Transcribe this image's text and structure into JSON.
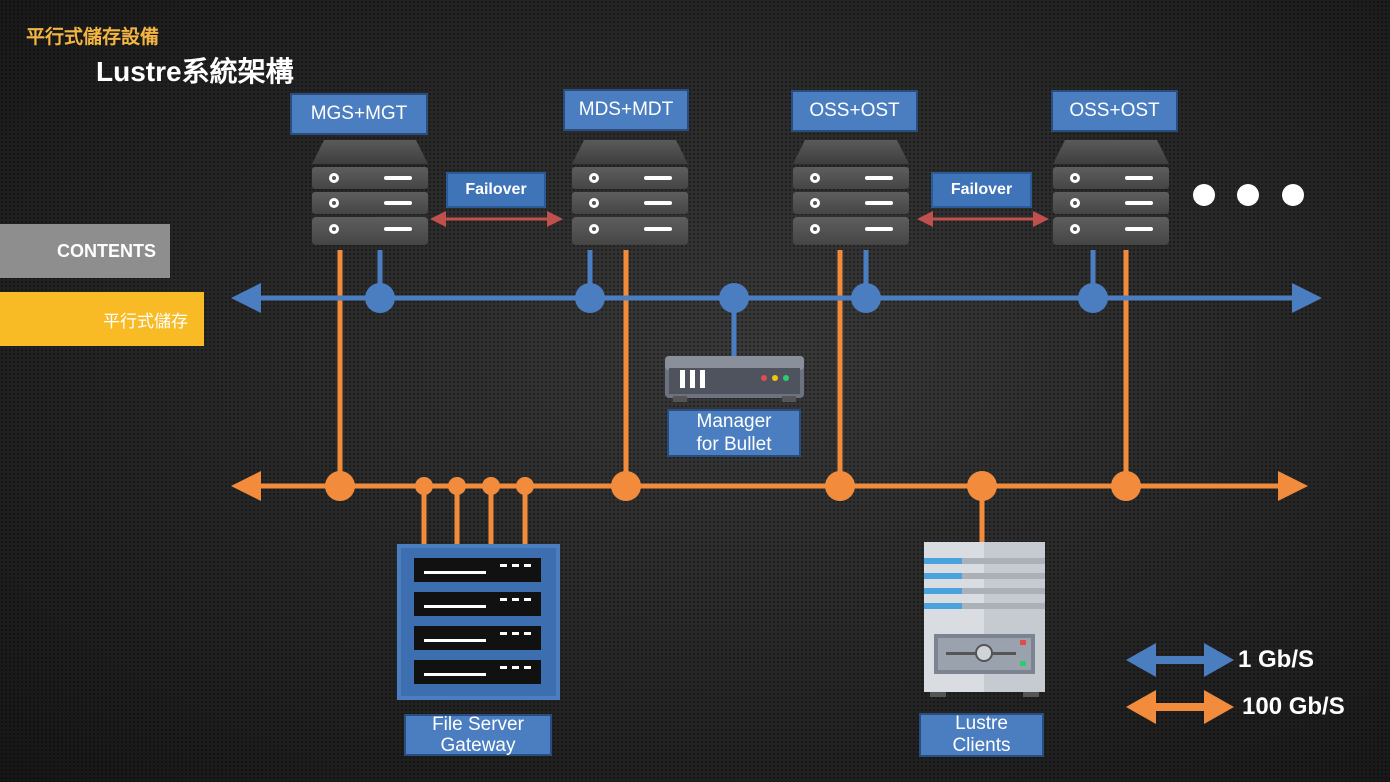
{
  "header": {
    "subtitle": "平行式儲存設備",
    "title": "Lustre系統架構"
  },
  "sidebar": {
    "contents_label": "CONTENTS",
    "section_label": "平行式儲存"
  },
  "servers": [
    {
      "label": "MGS+MGT"
    },
    {
      "label": "MDS+MDT"
    },
    {
      "label": "OSS+OST"
    },
    {
      "label": "OSS+OST"
    }
  ],
  "failover_labels": [
    "Failover",
    "Failover"
  ],
  "manager": {
    "line1": "Manager",
    "line2": "for Bullet"
  },
  "file_server": {
    "line1": "File Server",
    "line2": "Gateway"
  },
  "clients": {
    "line1": "Lustre",
    "line2": "Clients"
  },
  "legend": {
    "slow": "1 Gb/S",
    "fast": "100 Gb/S"
  },
  "colors": {
    "blue_network": "#4a7ec0",
    "orange_network": "#f28c3c",
    "failover": "#c0504d",
    "accent": "#f8bb26"
  }
}
